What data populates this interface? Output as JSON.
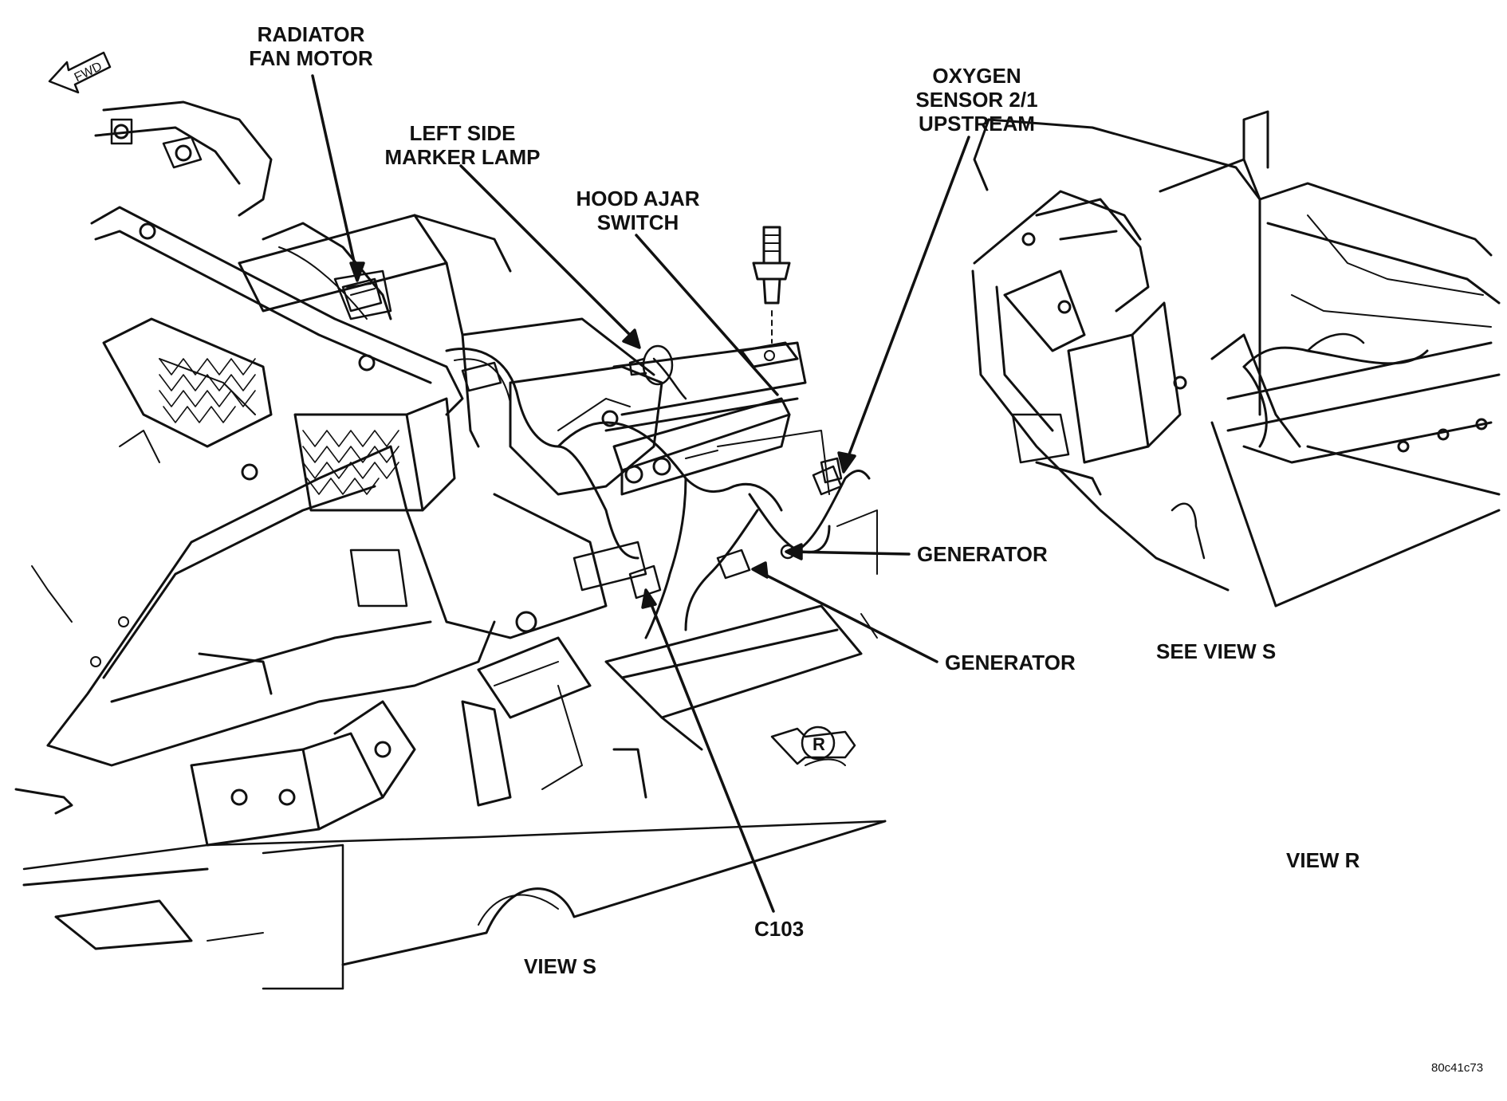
{
  "labels": {
    "radiator_fan_motor": [
      "RADIATOR",
      "FAN MOTOR"
    ],
    "left_side_marker_lamp": [
      "LEFT SIDE",
      "MARKER LAMP"
    ],
    "hood_ajar_switch": [
      "HOOD AJAR",
      "SWITCH"
    ],
    "oxygen_sensor": [
      "OXYGEN",
      "SENSOR 2/1",
      "UPSTREAM"
    ],
    "generator_1": "GENERATOR",
    "generator_2": "GENERATOR",
    "see_view_s": "SEE VIEW S",
    "c103": "C103",
    "view_s": "VIEW S",
    "view_r": "VIEW R",
    "fwd": "FWD",
    "callout_r": "R",
    "figure_code": "80c41c73"
  }
}
